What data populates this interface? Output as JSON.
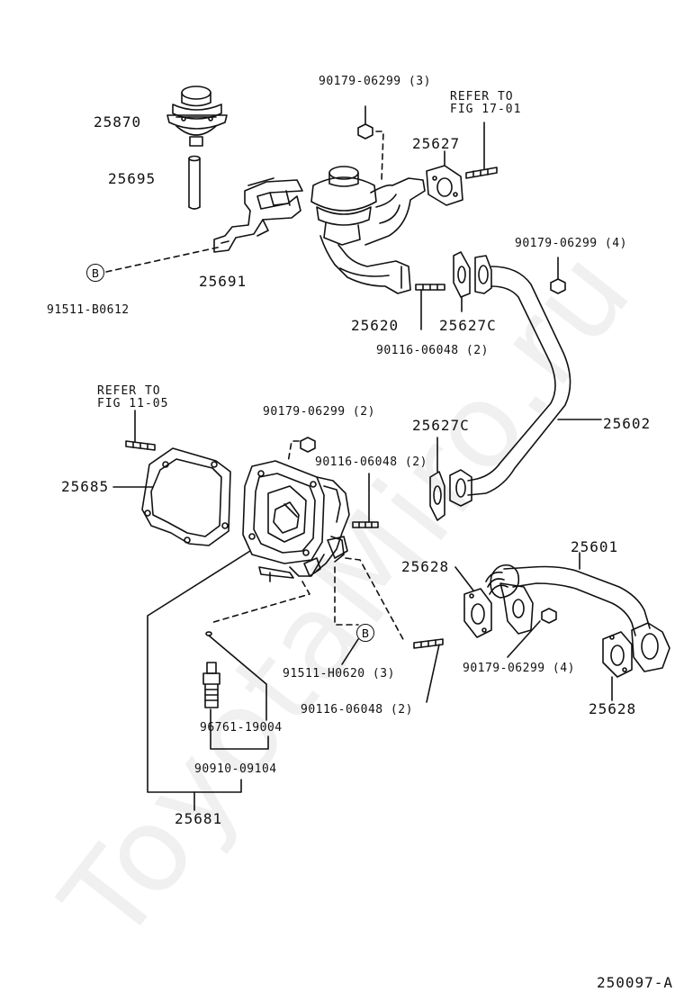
{
  "watermark": "ToyotaMiro.ru",
  "drawing_number": "250097-A",
  "refs": {
    "ref_17_01": "REFER TO\nFIG 17-01",
    "ref_11_05": "REFER TO\nFIG 11-05"
  },
  "circle_marker": "B",
  "parts": {
    "p25870": "25870",
    "p25695": "25695",
    "p25691": "25691",
    "p91511_b0612": "91511-B0612",
    "p90179_top": "90179-06299 (3)",
    "p25627": "25627",
    "p25620": "25620",
    "p25627c_top": "25627C",
    "p90116_top": "90116-06048 (2)",
    "p90179_right": "90179-06299 (4)",
    "p25602": "25602",
    "p90179_mid": "90179-06299 (2)",
    "p90116_mid": "90116-06048 (2)",
    "p25627c_mid": "25627C",
    "p25685": "25685",
    "p25628_a": "25628",
    "p25601": "25601",
    "p90179_low": "90179-06299 (4)",
    "p25628_b": "25628",
    "p91511_h0620": "91511-H0620 (3)",
    "p90116_low": "90116-06048 (2)",
    "p96761": "96761-19004",
    "p90910": "90910-09104",
    "p25681": "25681"
  }
}
